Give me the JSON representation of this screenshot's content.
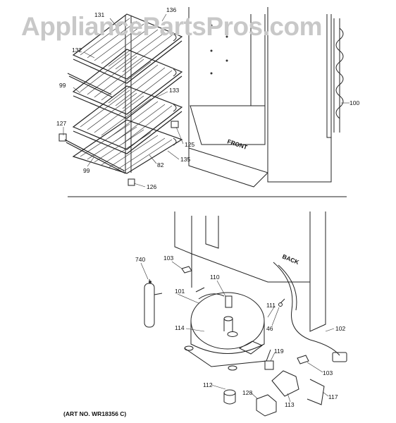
{
  "watermark": "AppliancePartsPros.com",
  "art_number": "(ART NO. WR18356 C)",
  "cabinet_labels": {
    "front": "FRONT",
    "back": "BACK"
  },
  "callouts_top": [
    {
      "id": "c131",
      "text": "131"
    },
    {
      "id": "c136",
      "text": "136"
    },
    {
      "id": "c132",
      "text": "132"
    },
    {
      "id": "c99a",
      "text": "99"
    },
    {
      "id": "c133",
      "text": "133"
    },
    {
      "id": "c100",
      "text": "100"
    },
    {
      "id": "c127",
      "text": "127"
    },
    {
      "id": "c125",
      "text": "125"
    },
    {
      "id": "c82",
      "text": "82"
    },
    {
      "id": "c135",
      "text": "135"
    },
    {
      "id": "c99b",
      "text": "99"
    },
    {
      "id": "c126",
      "text": "126"
    }
  ],
  "callouts_bottom": [
    {
      "id": "c740",
      "text": "740"
    },
    {
      "id": "c103a",
      "text": "103"
    },
    {
      "id": "c110",
      "text": "110"
    },
    {
      "id": "c101",
      "text": "101"
    },
    {
      "id": "c111",
      "text": "111"
    },
    {
      "id": "c114",
      "text": "114"
    },
    {
      "id": "c46",
      "text": "46"
    },
    {
      "id": "c102",
      "text": "102"
    },
    {
      "id": "c119",
      "text": "119"
    },
    {
      "id": "c103b",
      "text": "103"
    },
    {
      "id": "c112",
      "text": "112"
    },
    {
      "id": "c128",
      "text": "128"
    },
    {
      "id": "c113",
      "text": "113"
    },
    {
      "id": "c117",
      "text": "117"
    }
  ]
}
